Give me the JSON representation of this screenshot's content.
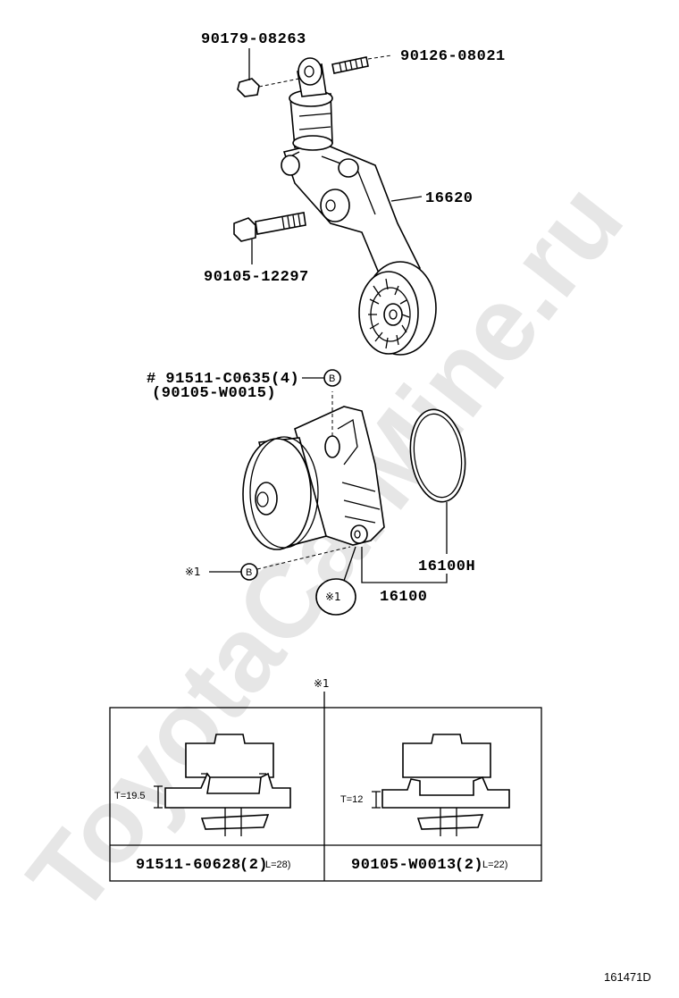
{
  "watermark": "ToyotaCarMine.ru",
  "callouts": {
    "bolt_nut": "90179-08263",
    "stud": "90126-08021",
    "tensioner": "16620",
    "tensioner_bolt": "90105-12297",
    "pump_bolt_new": "# 91511-C0635(4)",
    "pump_bolt_old": "(90105-W0015)",
    "gasket": "16100H",
    "water_pump": "16100",
    "ref_b": "B",
    "ref_note_1": "※1"
  },
  "detail_table": {
    "header_mark": "※1",
    "left": {
      "dimension": "T=19.5",
      "part_no": "91511-60628",
      "qty": "(2)",
      "length": "L=28)"
    },
    "right": {
      "dimension": "T=12",
      "part_no": "90105-W0013",
      "qty": "(2)",
      "length": "L=22)"
    }
  },
  "illustration_code": "161471D"
}
